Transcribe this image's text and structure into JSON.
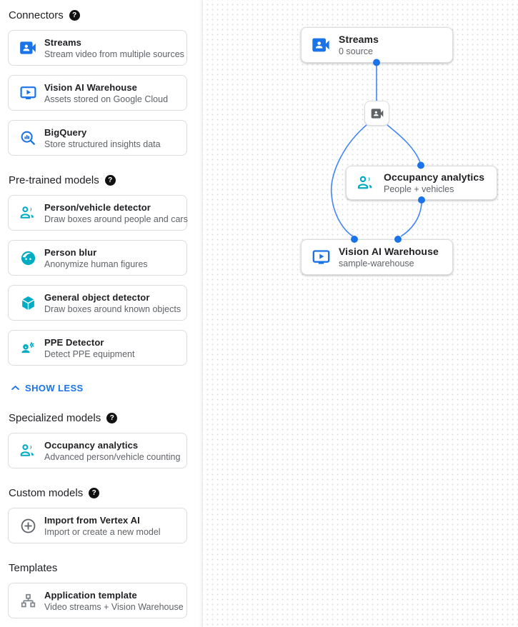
{
  "colors": {
    "accent_blue": "#1a73e8",
    "edge_blue": "#4285f4",
    "model_teal": "#00acc1",
    "icon_gray": "#5f6368",
    "title_text": "#202124",
    "subtitle_text": "#5f6368",
    "card_border": "#dadce0"
  },
  "icons": {
    "help_glyph": "?"
  },
  "sidebar": {
    "show_less_label": "SHOW LESS",
    "sections": [
      {
        "title": "Connectors",
        "has_help": true,
        "items": [
          {
            "icon": "video-camera-icon",
            "title": "Streams",
            "description": "Stream video from multiple sources"
          },
          {
            "icon": "smart-display-icon",
            "title": "Vision AI Warehouse",
            "description": "Assets stored on Google Cloud"
          },
          {
            "icon": "bigquery-icon",
            "title": "BigQuery",
            "description": "Store structured insights data"
          }
        ]
      },
      {
        "title": "Pre-trained models",
        "has_help": true,
        "items": [
          {
            "icon": "people-icon",
            "title": "Person/vehicle detector",
            "description": "Draw boxes around people and cars"
          },
          {
            "icon": "face-icon",
            "title": "Person blur",
            "description": "Anonymize human figures"
          },
          {
            "icon": "cube-icon",
            "title": "General object detector",
            "description": "Draw boxes around known objects"
          },
          {
            "icon": "ppe-icon",
            "title": "PPE Detector",
            "description": "Detect PPE equipment"
          }
        ]
      },
      {
        "title": "Specialized models",
        "has_help": true,
        "items": [
          {
            "icon": "people-icon",
            "title": "Occupancy analytics",
            "description": "Advanced person/vehicle counting"
          }
        ]
      },
      {
        "title": "Custom models",
        "has_help": true,
        "items": [
          {
            "icon": "plus-circle-icon",
            "title": "Import from Vertex AI",
            "description": "Import or create a new model"
          }
        ]
      },
      {
        "title": "Templates",
        "has_help": false,
        "items": [
          {
            "icon": "tree-icon",
            "title": "Application template",
            "description": "Video streams + Vision Warehouse"
          }
        ]
      }
    ]
  },
  "canvas": {
    "nodes": [
      {
        "id": "streams",
        "icon": "video-camera-icon",
        "title": "Streams",
        "subtitle": "0 source"
      },
      {
        "id": "stream-source",
        "icon": "video-camera-icon",
        "title": "",
        "subtitle": ""
      },
      {
        "id": "occupancy",
        "icon": "people-icon",
        "title": "Occupancy analytics",
        "subtitle": "People + vehicles"
      },
      {
        "id": "warehouse",
        "icon": "smart-display-icon",
        "title": "Vision AI Warehouse",
        "subtitle": "sample-warehouse"
      }
    ]
  }
}
